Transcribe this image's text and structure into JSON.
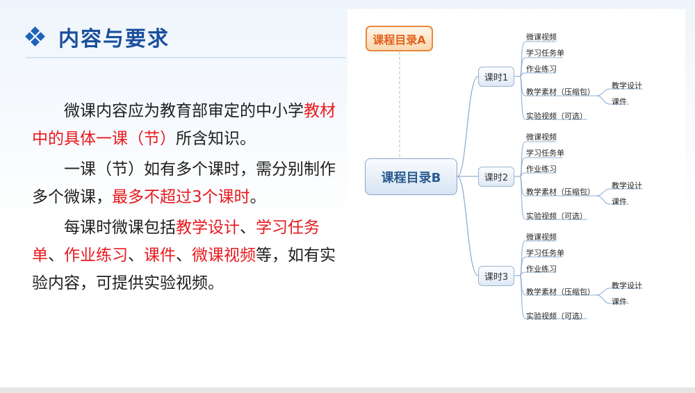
{
  "slide": {
    "title": "内容与要求",
    "paragraph1_a": "微课内容应为教育部审定的中小学",
    "paragraph1_red": "教材中的具体一课（节）",
    "paragraph1_b": "所含知识。",
    "paragraph2_a": "一课（节）如有多个课时，需分别制作多个微课，",
    "paragraph2_red": "最多不超过3个课时",
    "paragraph2_b": "。",
    "paragraph3_a": "每课时微课包括",
    "paragraph3_red1": "教学设计",
    "paragraph3_sep1": "、",
    "paragraph3_red2": "学习任务单",
    "paragraph3_sep2": "、",
    "paragraph3_red3": "作业练习",
    "paragraph3_sep3": "、",
    "paragraph3_red4": "课件",
    "paragraph3_sep4": "、",
    "paragraph3_red5": "微课视频",
    "paragraph3_b": "等，如有实验内容，可提供实验视频。"
  },
  "mindmap": {
    "catalog_a": "课程目录A",
    "catalog_b": "课程目录B",
    "hours": [
      {
        "label": "课时1",
        "items": [
          "微课视频",
          "学习任务单",
          "作业练习",
          "教学素材（压缩包）",
          "实验视频（可选）"
        ],
        "sub": [
          "教学设计",
          "课件"
        ]
      },
      {
        "label": "课时2",
        "items": [
          "微课视频",
          "学习任务单",
          "作业练习",
          "教学素材（压缩包）",
          "实验视频（可选）"
        ],
        "sub": [
          "教学设计",
          "课件"
        ]
      },
      {
        "label": "课时3",
        "items": [
          "微课视频",
          "学习任务单",
          "作业练习",
          "教学素材（压缩包）",
          "实验视频（可选）"
        ],
        "sub": [
          "教学设计",
          "课件"
        ]
      }
    ]
  },
  "colors": {
    "title": "#1a4f9c",
    "emphasis": "#e8191e",
    "connector": "#8fb0d6",
    "catalog_a": "#e6883b"
  }
}
